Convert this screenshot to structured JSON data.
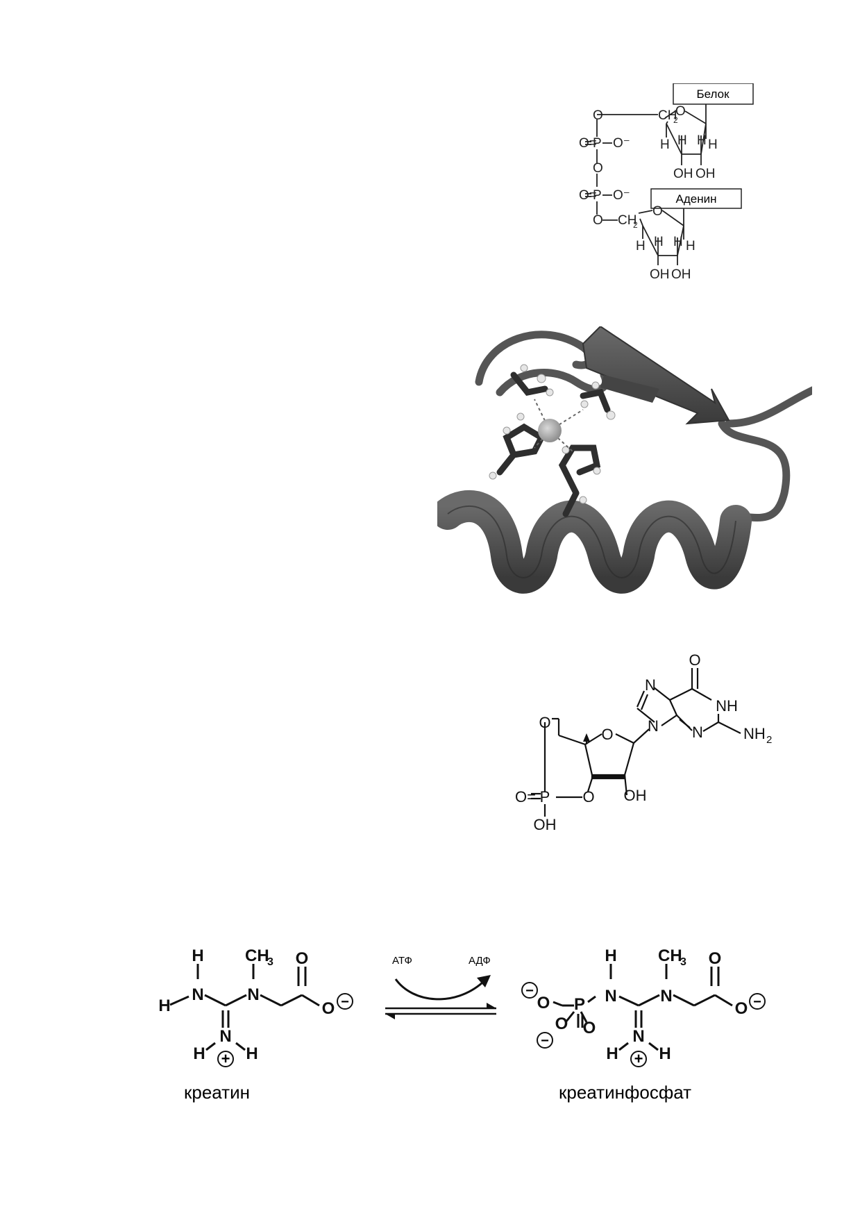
{
  "adpr": {
    "box_top": "Белок",
    "box_bottom": "Аденин",
    "atoms": {
      "O": "O",
      "P": "P",
      "Ominus": "O⁻",
      "CH2": "CH",
      "sub2": "2",
      "H": "H",
      "OH": "OH",
      "dblO": "O="
    }
  },
  "cgmp": {
    "O": "O",
    "N": "N",
    "NH": "NH",
    "NH2": "NH",
    "sub2": "2",
    "P": "P",
    "OH": "OH",
    "dblO": "O="
  },
  "reaction": {
    "reactant_label": "креатин",
    "product_label": "креатинфосфат",
    "atp": "АТФ",
    "adp": "АДФ",
    "atoms": {
      "H": "H",
      "N": "N",
      "CH3": "CH",
      "sub3": "3",
      "O": "O",
      "P": "P",
      "minus": "−",
      "plus": "+"
    }
  }
}
